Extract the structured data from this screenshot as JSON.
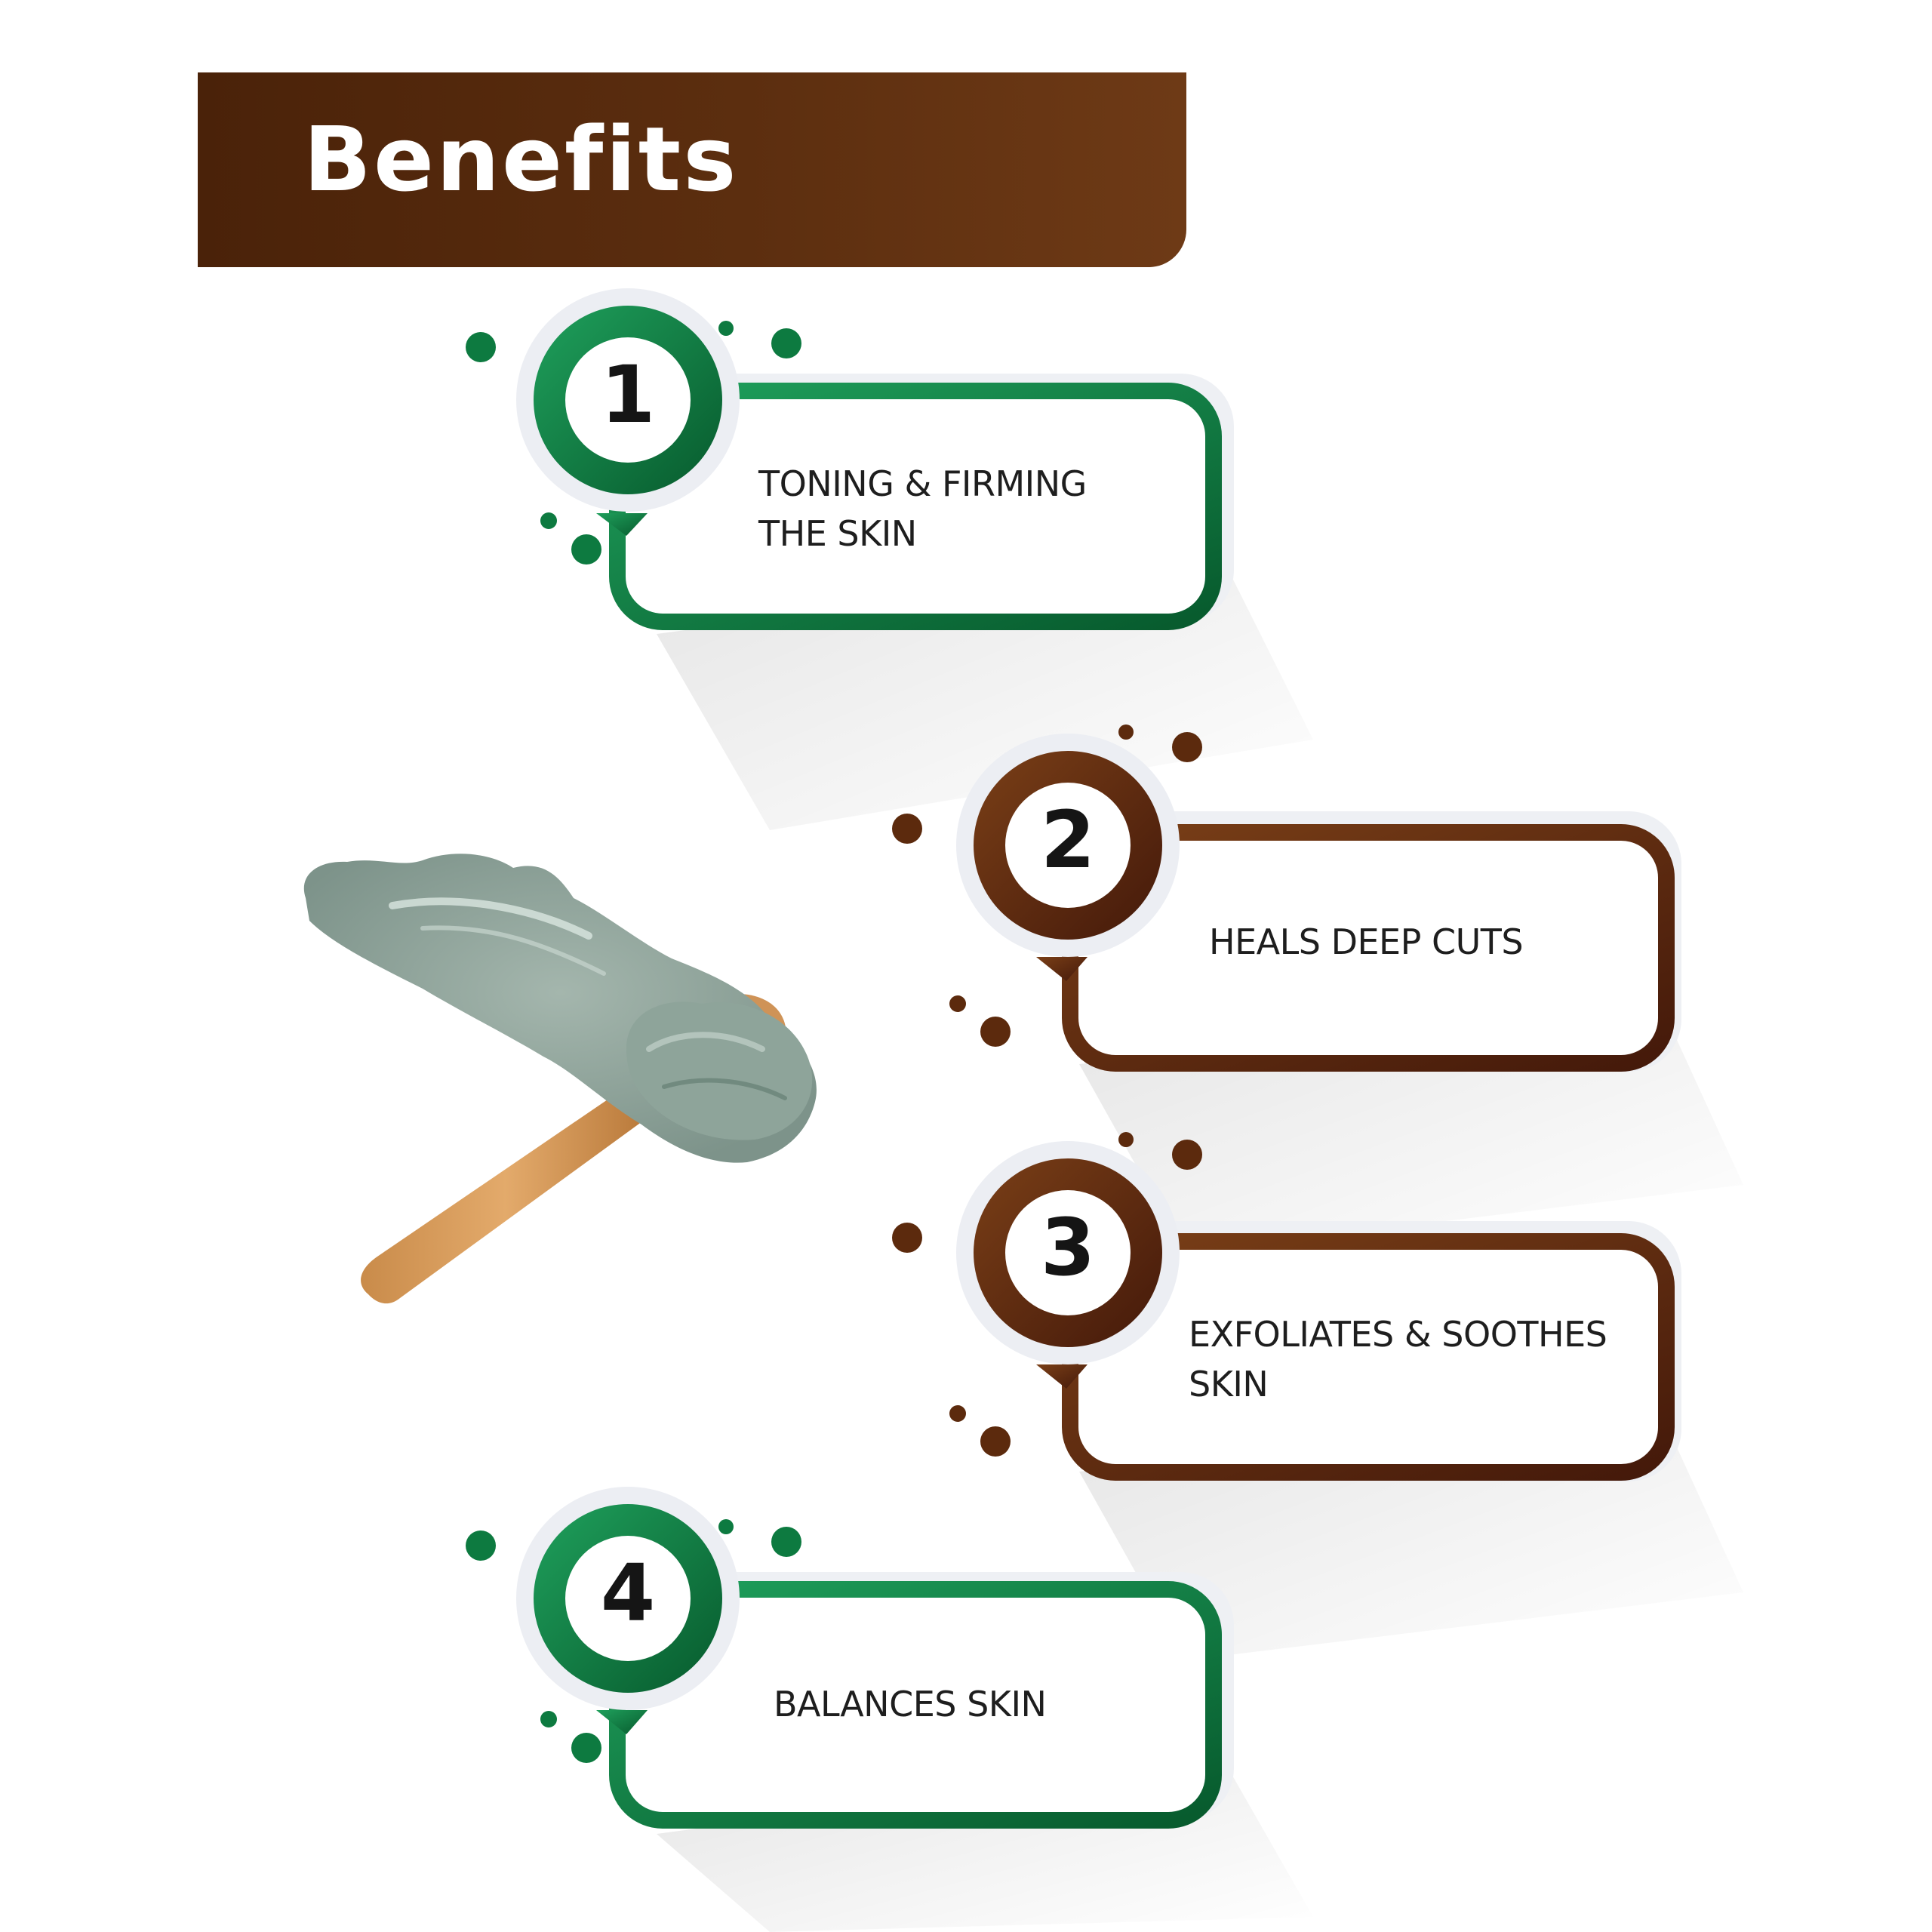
{
  "header": {
    "title": "Benefits"
  },
  "colors": {
    "green": "#0d7a40",
    "brown": "#5c2a0d",
    "banner": "#5c2e0f"
  },
  "benefits": [
    {
      "number": "1",
      "line1": "TONING & FIRMING",
      "line2": "THE SKIN",
      "theme": "green"
    },
    {
      "number": "2",
      "line1": "HEALS DEEP CUTS",
      "line2": "",
      "theme": "brown"
    },
    {
      "number": "3",
      "line1": "EXFOLIATES & SOOTHES",
      "line2": "SKIN",
      "theme": "brown"
    },
    {
      "number": "4",
      "line1": "BALANCES SKIN",
      "line2": "",
      "theme": "green"
    }
  ],
  "illustration": "clay-mask-on-wooden-spoon"
}
